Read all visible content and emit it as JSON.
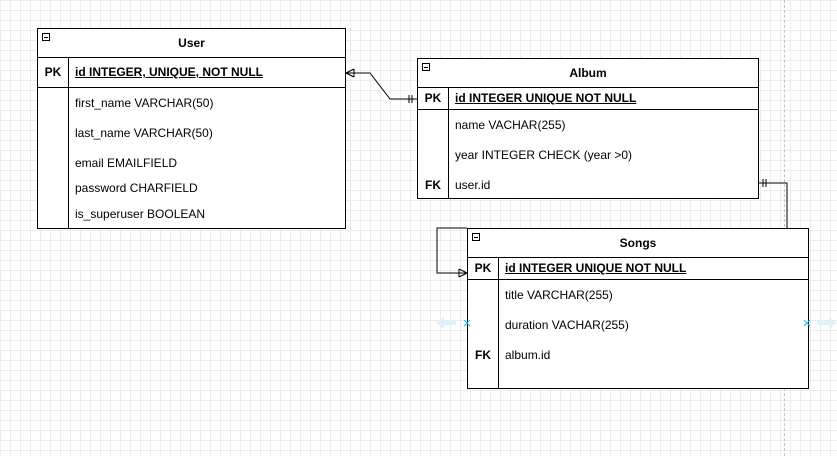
{
  "tables": {
    "user": {
      "title": "User",
      "pk_label": "PK",
      "pk_field": "id INTEGER, UNIQUE, NOT NULL",
      "fields": [
        "first_name VARCHAR(50)",
        "last_name VARCHAR(50)",
        "email EMAILFIELD",
        "password  CHARFIELD",
        "is_superuser BOOLEAN"
      ]
    },
    "album": {
      "title": "Album",
      "pk_label": "PK",
      "pk_field": "id INTEGER UNIQUE NOT NULL",
      "fields": [
        "name VACHAR(255)",
        "year INTEGER CHECK (year >0)",
        "user.id"
      ],
      "fk_label": "FK"
    },
    "songs": {
      "title": "Songs",
      "pk_label": "PK",
      "pk_field": "id INTEGER UNIQUE NOT NULL",
      "fields": [
        "title VARCHAR(255)",
        "duration VACHAR(255)",
        "album.id"
      ],
      "fk_label": "FK"
    }
  },
  "colors": {
    "line": "#000000",
    "handle": "#29b6f2",
    "grid": "#ececec"
  }
}
